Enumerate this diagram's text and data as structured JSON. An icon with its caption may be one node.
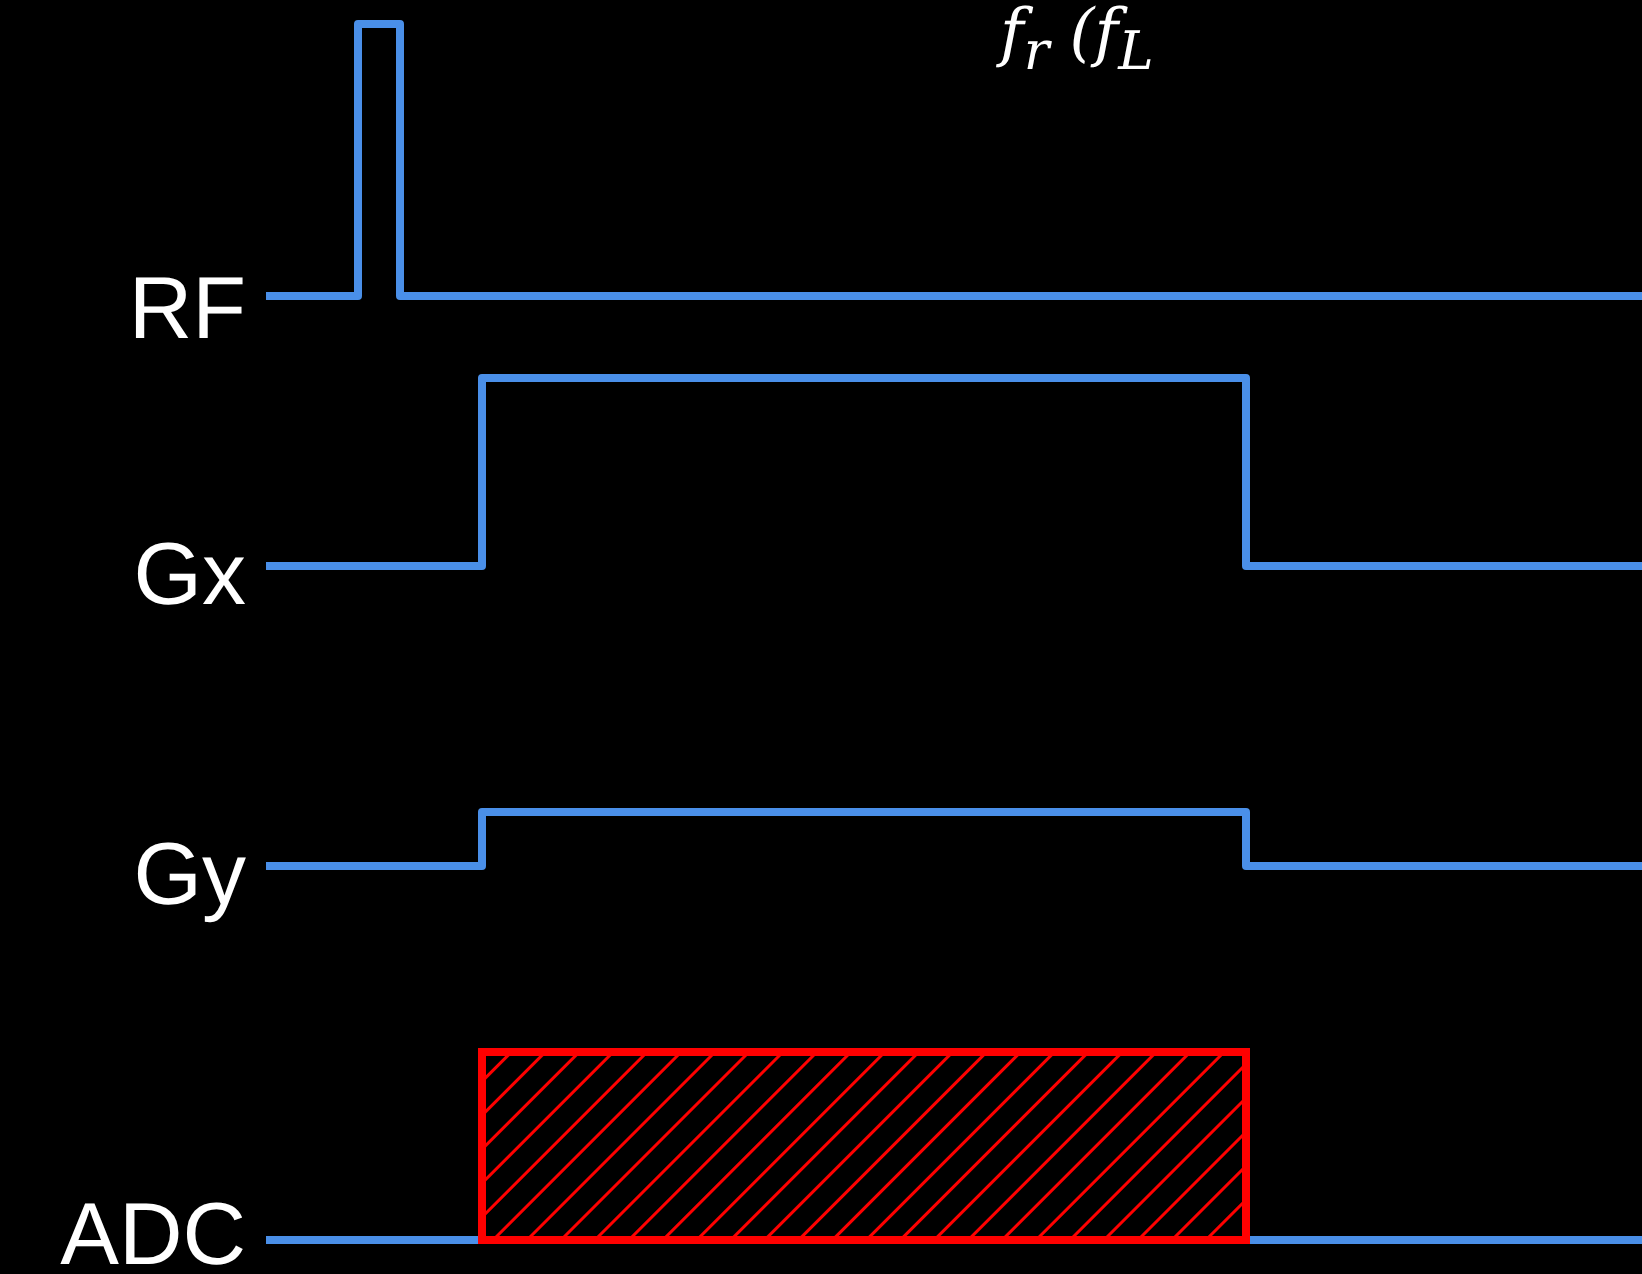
{
  "diagram": {
    "labels": [
      "f$_{r}$ (f$_{L}$",
      "RF",
      "Gx",
      "Gy",
      "ADC"
    ]
  }
}
